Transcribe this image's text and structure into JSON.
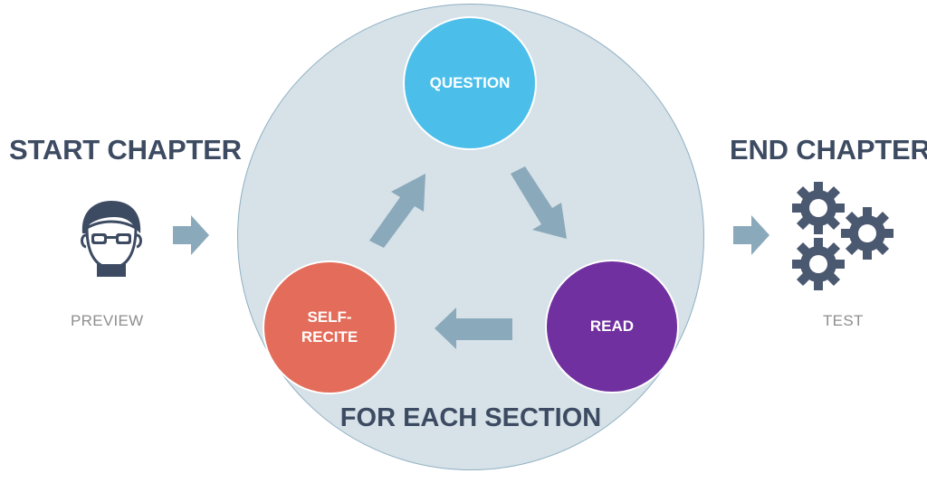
{
  "left": {
    "heading": "START CHAPTER",
    "caption": "PREVIEW",
    "icon": "student-face-icon"
  },
  "right": {
    "heading": "END CHAPTER",
    "caption": "TEST",
    "icon": "gears-icon"
  },
  "cycle": {
    "label": "FOR EACH SECTION",
    "steps": {
      "question": {
        "label": "QUESTION",
        "color": "#4bbfea"
      },
      "read": {
        "label": "READ",
        "color": "#7030a0"
      },
      "recite": {
        "line1": "SELF-",
        "line2": "RECITE",
        "color": "#e46c5a"
      }
    },
    "circle_color": "#d6e1e8",
    "arrow_color": "#8aa9bb"
  },
  "colors": {
    "heading": "#3d4b62",
    "caption": "#8e8e8e",
    "icon": "#4a5870"
  }
}
